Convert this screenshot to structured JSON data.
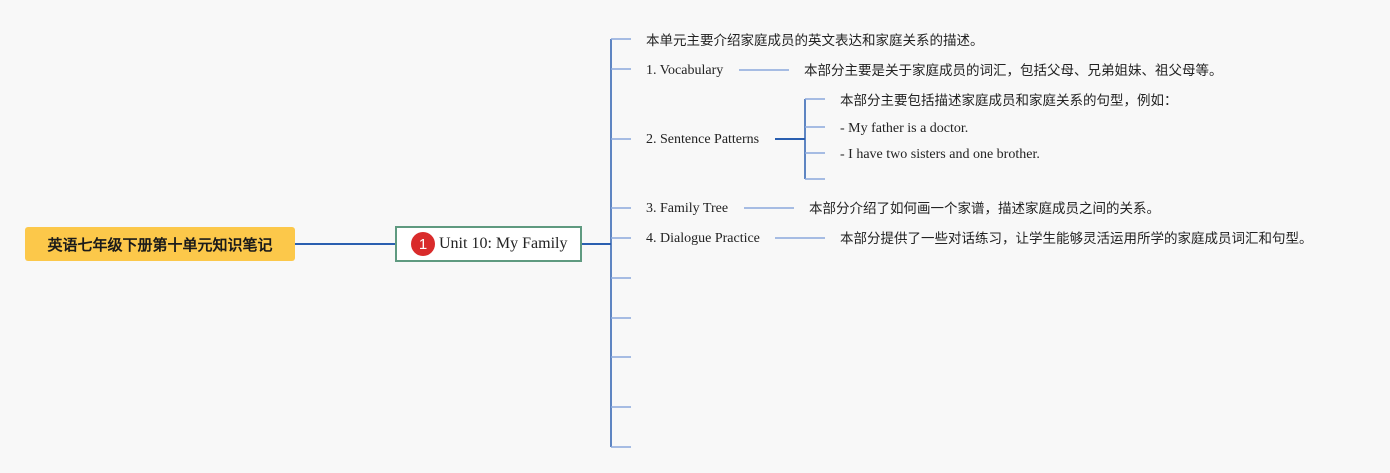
{
  "colors": {
    "root_fill": "#fcc84a",
    "main_border": "#5f9a80",
    "badge": "#d92b2b",
    "line_dark": "#2a5fb0",
    "line_light": "#8aa8dc"
  },
  "root": {
    "label": "英语七年级下册第十单元知识笔记"
  },
  "main": {
    "badge": "1",
    "label": "Unit 10: My Family"
  },
  "branches": {
    "intro": "本单元主要介绍家庭成员的英文表达和家庭关系的描述。",
    "vocabulary": {
      "label": "1. Vocabulary",
      "detail": "本部分主要是关于家庭成员的词汇，包括父母、兄弟姐妹、祖父母等。"
    },
    "sentence_patterns": {
      "label": "2. Sentence Patterns",
      "detail": "本部分主要包括描述家庭成员和家庭关系的句型，例如：",
      "example_1": "- My father is a doctor.",
      "example_2": "- I have two sisters and one brother."
    },
    "family_tree": {
      "label": "3. Family Tree",
      "detail": "本部分介绍了如何画一个家谱，描述家庭成员之间的关系。"
    },
    "dialogue_practice": {
      "label": "4. Dialogue Practice",
      "detail": "本部分提供了一些对话练习，让学生能够灵活运用所学的家庭成员词汇和句型。"
    }
  }
}
